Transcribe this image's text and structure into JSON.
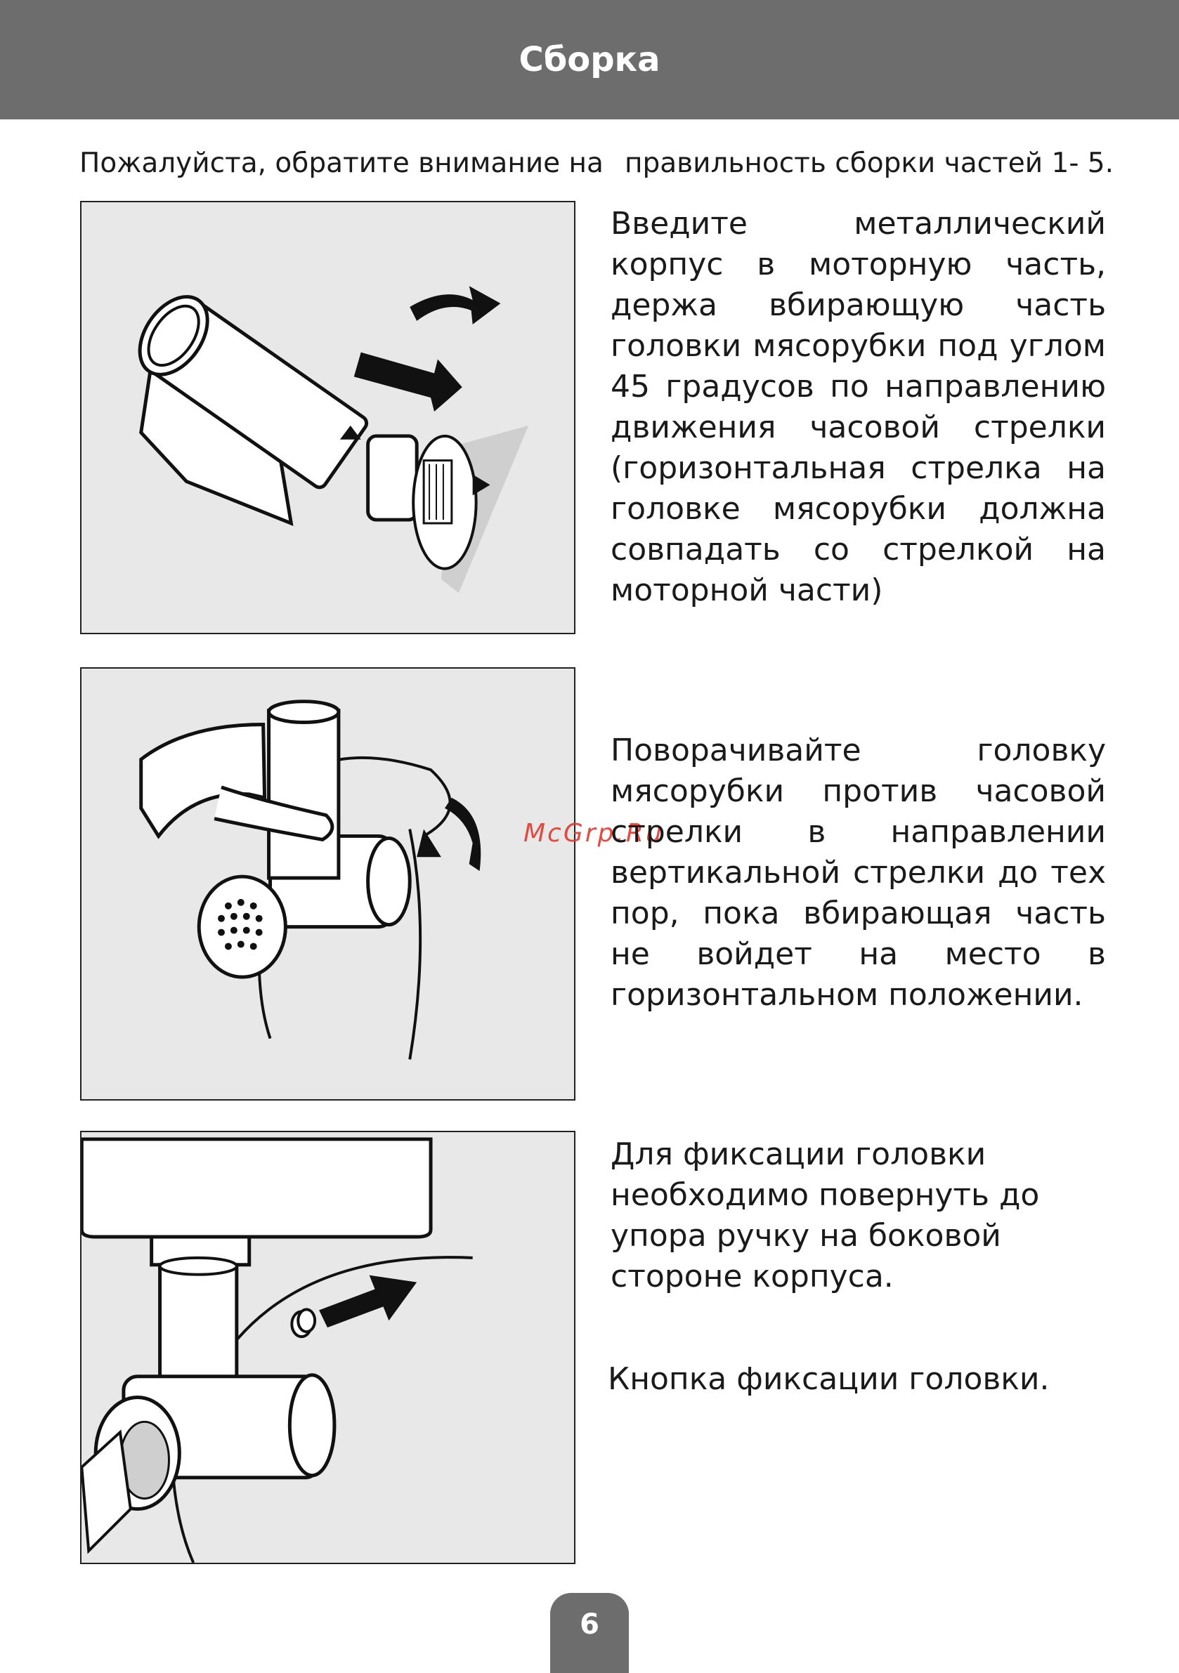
{
  "header": {
    "title": "Сборка"
  },
  "intro": {
    "part1": "Пожалуйста, обратите внимание на",
    "part2": "правильность сборки частей 1- 5."
  },
  "steps": [
    {
      "text": "Введите металлический корпус в моторную часть, держа вбирающую часть головки мясорубки под углом 45 градусов по направлению движения часовой стрелки (горизонтальная стрелка на головке мясорубки должна совпадать со стрелкой на моторной части)"
    },
    {
      "text": "Поворачивайте головку мясорубки против часовой стрелки в направлении вертикальной стрелки до тех пор, пока вбирающая часть не войдет на место в горизонтальном положении."
    },
    {
      "text": "Для фиксации головки необходимо повернуть до упора ручку на боковой стороне корпуса."
    },
    {
      "text": "Кнопка фиксации головки."
    }
  ],
  "watermark": "McGrp.Ru",
  "page": {
    "number": "6"
  },
  "colors": {
    "header_bg": "#6d6d6d",
    "panel_bg": "#e8e8e8",
    "watermark": "#e0392f"
  }
}
